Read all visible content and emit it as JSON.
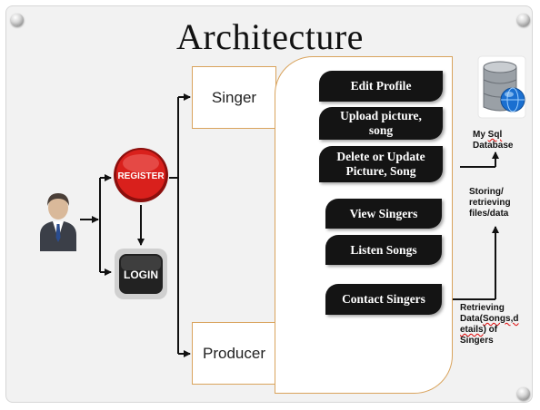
{
  "slide": {
    "title": "Architecture"
  },
  "roles": {
    "singer": "Singer",
    "producer": "Producer"
  },
  "actions": {
    "register": "REGISTER",
    "login": "LOGIN"
  },
  "singer_features": {
    "edit_profile": "Edit Profile",
    "upload_1": "Upload picture,",
    "upload_2": "song",
    "delete_1": "Delete or Update",
    "delete_2": "Picture, Song"
  },
  "producer_features": {
    "view": "View Singers",
    "listen": "Listen Songs",
    "contact": "Contact Singers"
  },
  "database": {
    "line1": "My ",
    "sql": "Sql",
    "line2": "Database"
  },
  "storing_note": {
    "line1": "Storing/",
    "line2": "retrieving",
    "line3": "files/data"
  },
  "retrieving_note": {
    "line1": "Retrieving",
    "line2a": "Data(",
    "line2b": "Songs,d",
    "line3a": "etails",
    "line3b": ") of",
    "line4": "Singers"
  },
  "colors": {
    "border": "#d9a35c",
    "pill": "#141414",
    "register_red": "#d9201c",
    "db_globe": "#1a6fd0"
  },
  "icons": [
    "user-avatar-icon",
    "register-button-icon",
    "login-button-icon",
    "database-icon"
  ]
}
